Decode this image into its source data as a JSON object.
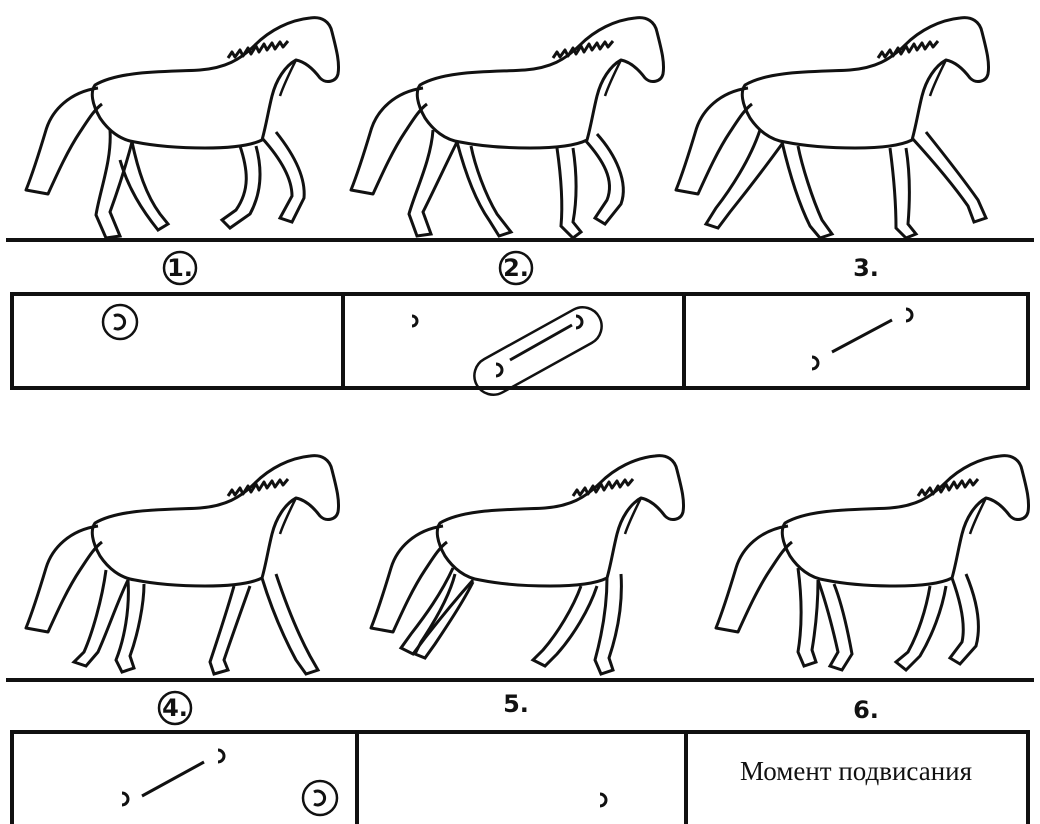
{
  "rows": [
    {
      "frames": [
        {
          "label": "1.",
          "label_circled": true,
          "hoofprints": [
            {
              "circled": true
            }
          ],
          "pair_line": false,
          "pair_enclosed": false,
          "caption": ""
        },
        {
          "label": "2.",
          "label_circled": true,
          "hoofprints": [
            {
              "circled": false
            },
            {
              "circled": false
            },
            {
              "circled": false
            }
          ],
          "pair_line": true,
          "pair_enclosed": true,
          "caption": ""
        },
        {
          "label": "3.",
          "label_circled": false,
          "hoofprints": [
            {
              "circled": false
            },
            {
              "circled": false
            }
          ],
          "pair_line": true,
          "pair_enclosed": false,
          "caption": ""
        }
      ]
    },
    {
      "frames": [
        {
          "label": "4.",
          "label_circled": true,
          "hoofprints": [
            {
              "circled": false
            },
            {
              "circled": false
            },
            {
              "circled": true
            }
          ],
          "pair_line": true,
          "pair_enclosed": false,
          "caption": ""
        },
        {
          "label": "5.",
          "label_circled": false,
          "hoofprints": [
            {
              "circled": false
            }
          ],
          "pair_line": false,
          "pair_enclosed": false,
          "caption": ""
        },
        {
          "label": "6.",
          "label_circled": false,
          "hoofprints": [],
          "pair_line": false,
          "pair_enclosed": false,
          "caption": "Момент подвисания"
        }
      ]
    }
  ],
  "colors": {
    "ink": "#111111",
    "background": "#ffffff"
  }
}
